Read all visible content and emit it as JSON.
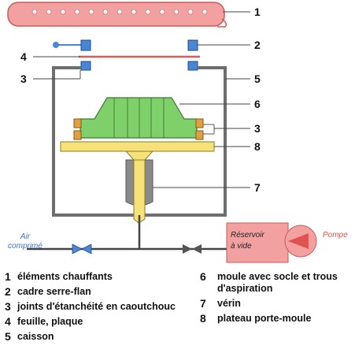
{
  "callouts": [
    "1",
    "2",
    "4",
    "3",
    "5",
    "6",
    "3",
    "8",
    "7"
  ],
  "side_labels": {
    "air": [
      "Air",
      "comprimé"
    ],
    "reservoir": [
      "Réservoir",
      "à vide"
    ],
    "pompe": "Pompe"
  },
  "legend": [
    {
      "num": "1",
      "text": "éléments chauffants"
    },
    {
      "num": "2",
      "text": "cadre serre-flan"
    },
    {
      "num": "3",
      "text": "joints d'étanchéité en caoutchouc"
    },
    {
      "num": "4",
      "text": "feuille, plaque"
    },
    {
      "num": "5",
      "text": "caisson"
    },
    {
      "num": "6",
      "text": "moule avec socle et trous d'aspiration"
    },
    {
      "num": "7",
      "text": "vérin"
    },
    {
      "num": "8",
      "text": "plateau porte-moule"
    }
  ],
  "colors": {
    "heater": "#f2a0a0",
    "mold": "#7fcf6a",
    "plate": "#f7e27a",
    "caisson": "#6e6e6e",
    "reservoir": "#f2a0a0",
    "valve": "#4a86d6",
    "air_label": "#3f6fc4",
    "pompe_label": "#e0524f"
  }
}
